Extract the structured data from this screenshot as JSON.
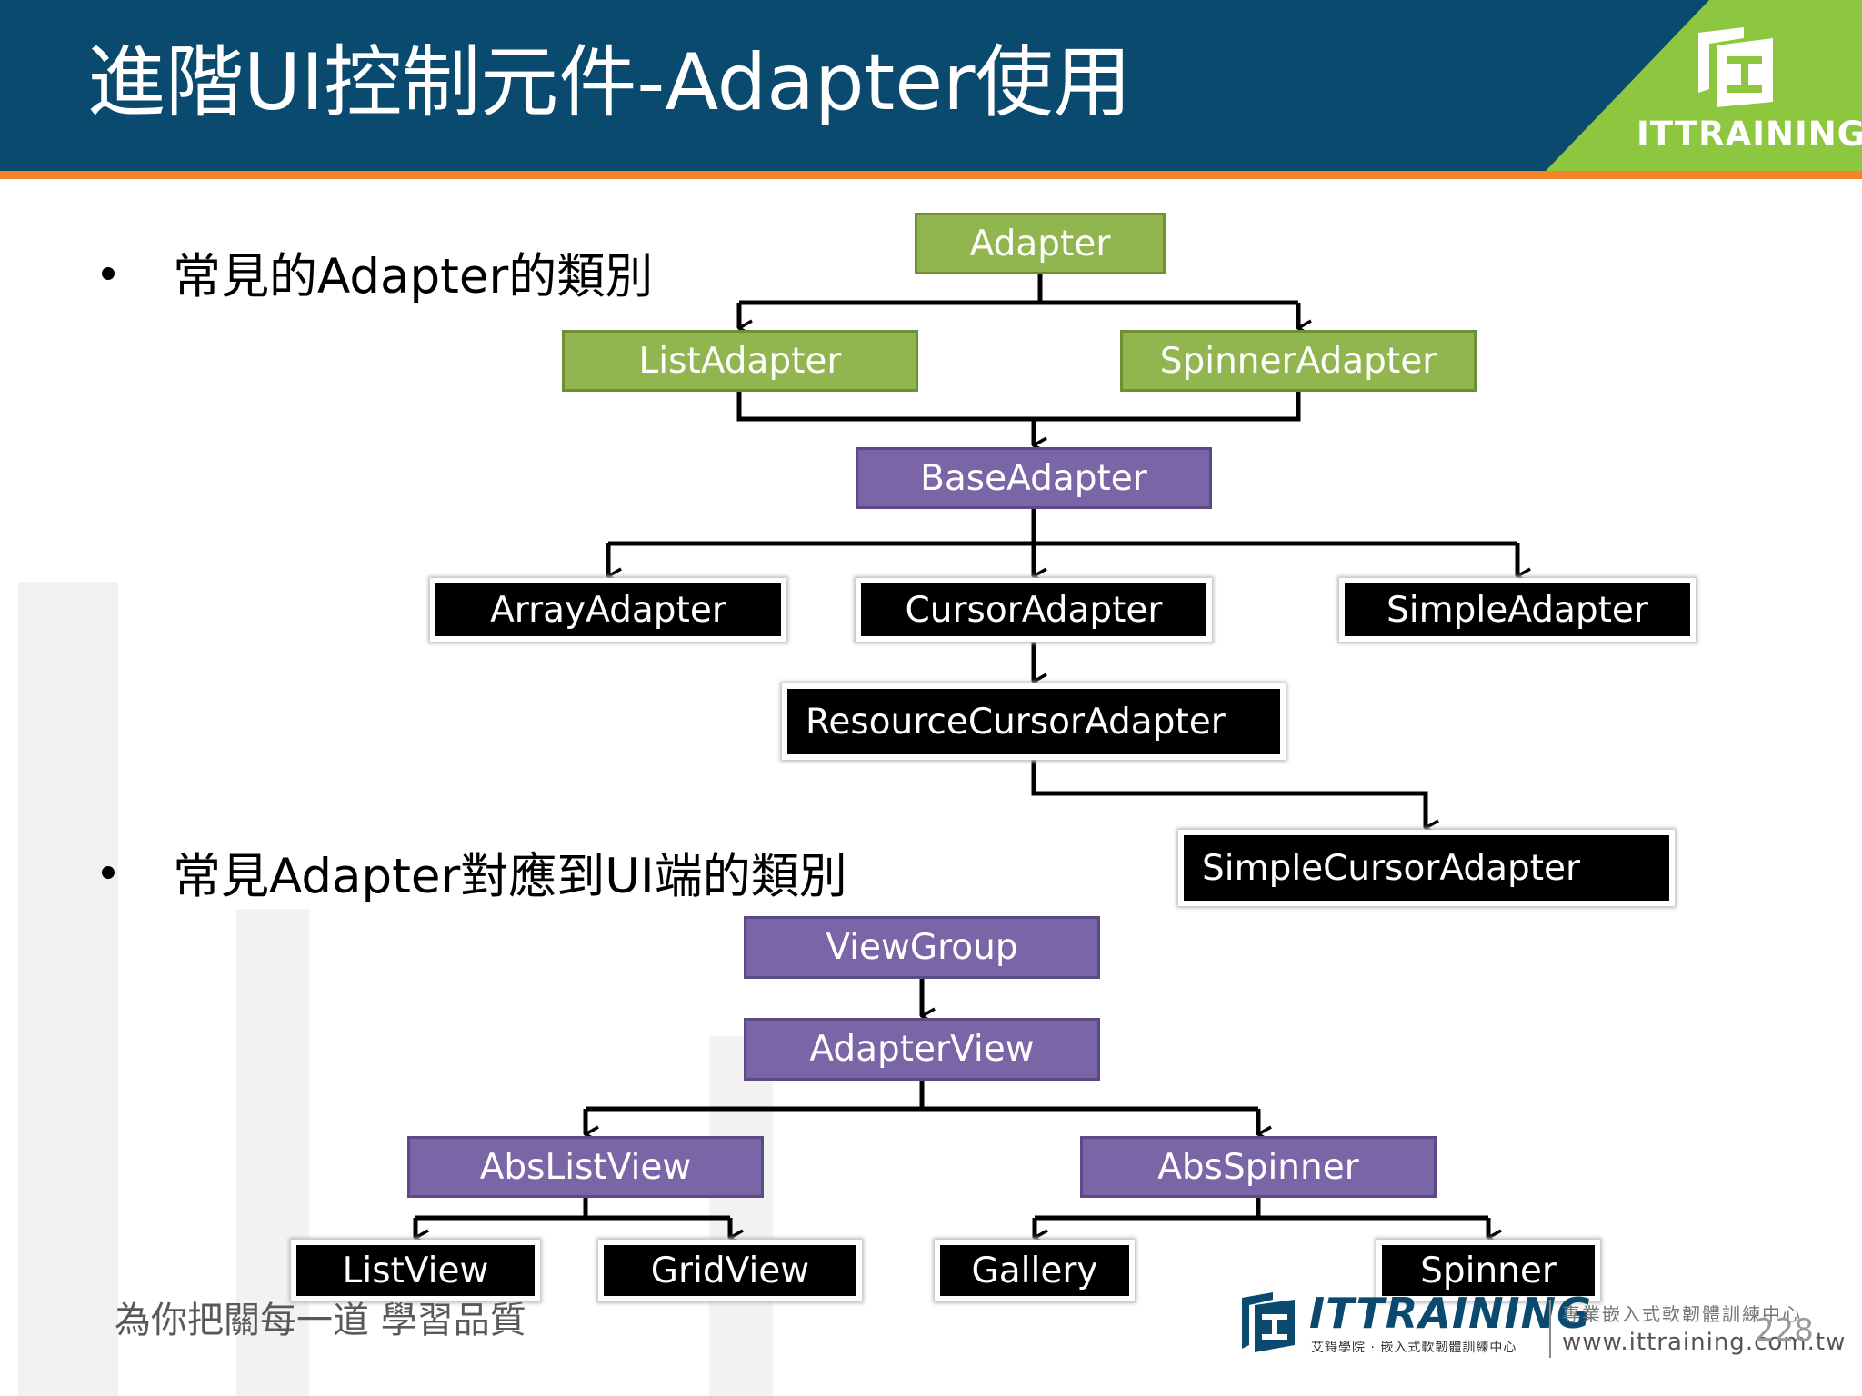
{
  "header": {
    "title": "進階UI控制元件-Adapter使用",
    "logo_text": "ITTRAINING"
  },
  "bullets": [
    "常見的Adapter的類別",
    "常見Adapter對應到UI端的類別"
  ],
  "diagram1": {
    "adapter": "Adapter",
    "list_adapter": "ListAdapter",
    "spinner_adapter": "SpinnerAdapter",
    "base_adapter": "BaseAdapter",
    "array_adapter": "ArrayAdapter",
    "cursor_adapter": "CursorAdapter",
    "simple_adapter": "SimpleAdapter",
    "resource_cursor_adapter": "ResourceCursorAdapter",
    "simple_cursor_adapter": "SimpleCursorAdapter"
  },
  "diagram2": {
    "view_group": "ViewGroup",
    "adapter_view": "AdapterView",
    "abs_list_view": "AbsListView",
    "abs_spinner": "AbsSpinner",
    "list_view": "ListView",
    "grid_view": "GridView",
    "gallery": "Gallery",
    "spinner": "Spinner"
  },
  "footer": {
    "slogan": "為你把關每一道 學習品質",
    "brand": "ITTRAINING",
    "brand_sub": "艾鍀學院 · 嵌入式軟韌體訓練中心",
    "brand_cn": "專業嵌入式軟韌體訓練中心",
    "url": "www.ittraining.com.tw",
    "page_number": "228"
  },
  "colors": {
    "header_bg": "#0b4a6f",
    "header_accent": "#f4832a",
    "logo_green": "#8dc63f",
    "interface_green": "#92b64f",
    "abstract_purple": "#7a65a6",
    "concrete_black": "#000000"
  },
  "icons": {
    "logo": "ittraining-logo-icon",
    "bullet": "bullet-dot-icon"
  }
}
